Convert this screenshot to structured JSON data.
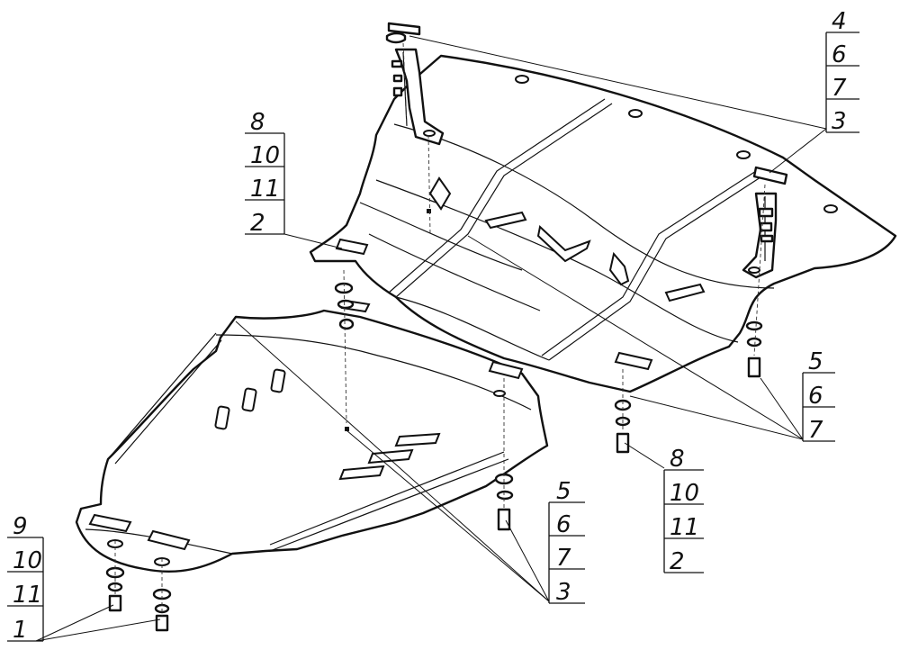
{
  "callouts": [
    {
      "id": "top-right",
      "labels": [
        "4",
        "6",
        "7",
        "3"
      ]
    },
    {
      "id": "left-mid",
      "labels": [
        "8",
        "10",
        "11",
        "2"
      ]
    },
    {
      "id": "right-low",
      "labels": [
        "5",
        "6",
        "7"
      ]
    },
    {
      "id": "center-low",
      "labels": [
        "8",
        "10",
        "11",
        "2"
      ]
    },
    {
      "id": "bottom-mid",
      "labels": [
        "5",
        "6",
        "7",
        "3"
      ]
    },
    {
      "id": "bottom-left",
      "labels": [
        "9",
        "10",
        "11",
        "1"
      ]
    }
  ]
}
